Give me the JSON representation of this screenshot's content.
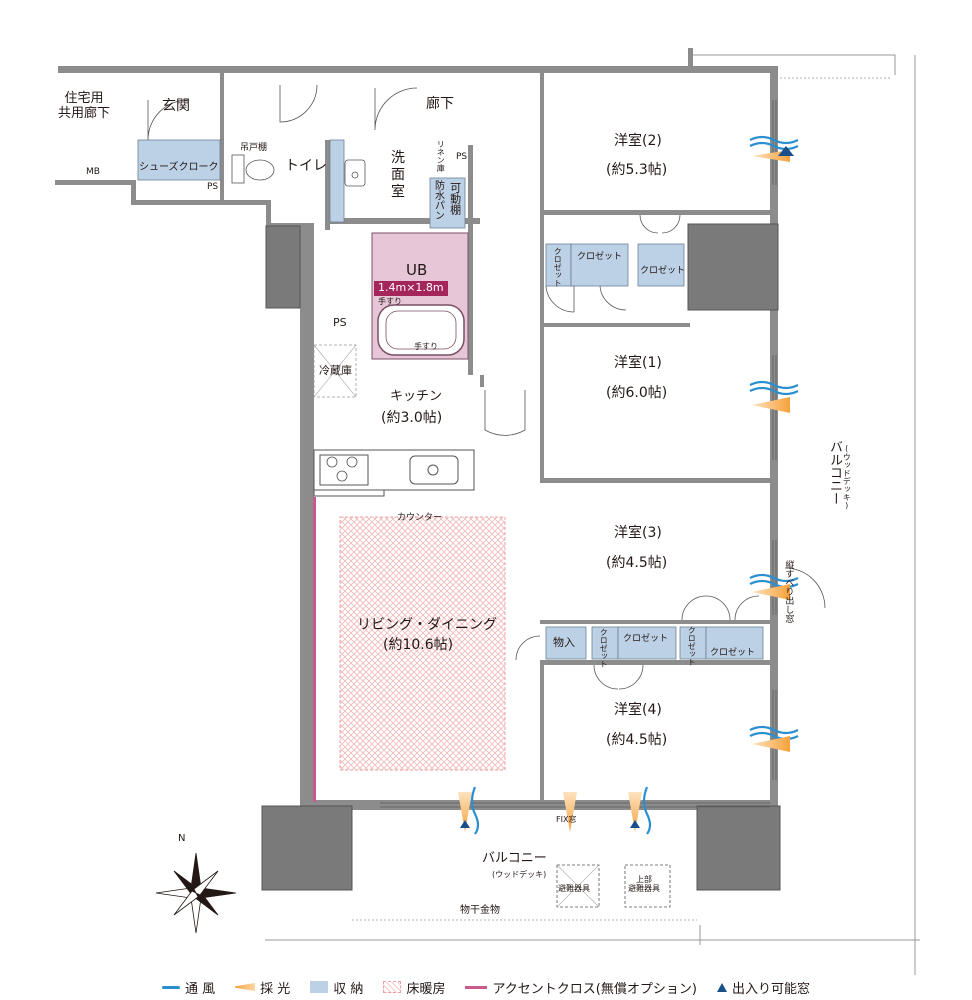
{
  "rooms": {
    "corridor_common": "住宅用\n共用廊下",
    "mb": "MB",
    "entrance": "玄関",
    "shoe_closet": "シューズクローク",
    "ps_entrance": "PS",
    "hanging_shelf": "吊戸棚",
    "toilet": "トイレ",
    "hallway": "廊下",
    "washroom": "洗\n面\n室",
    "linen": "リネン庫",
    "ps_wash": "PS",
    "waterproof_pan": "防水パン",
    "movable_shelf": "可動棚",
    "ub": "UB",
    "ub_size": "1.4m×1.8m",
    "handrail_1": "手すり",
    "handrail_2": "手すり",
    "ps_kitchen": "PS",
    "fridge": "冷蔵庫",
    "kitchen": "キッチン",
    "kitchen_size": "(約3.0帖)",
    "counter": "カウンター",
    "living": "リビング・ダイニング",
    "living_size": "(約10.6帖)",
    "room2": "洋室(2)",
    "room2_size": "(約5.3帖)",
    "room1": "洋室(1)",
    "room1_size": "(約6.0帖)",
    "room3": "洋室(3)",
    "room3_size": "(約4.5帖)",
    "room4": "洋室(4)",
    "room4_size": "(約4.5帖)",
    "closet_label": "クロゼット",
    "closet_vertical": "クロゼット",
    "storage_in": "物入",
    "vertical_window": "縦すべり出し窓",
    "fix_window": "FIX窓",
    "balcony_south": "バルコニー",
    "balcony_south_note": "(ウッドデッキ)",
    "balcony_east": "バルコニー",
    "balcony_east_note": "(ウッドデッキ)",
    "evac": "避難器具",
    "evac_upper": "上部\n避難器具",
    "drying": "物干金物",
    "north": "N"
  },
  "legend": {
    "wind": "通 風",
    "light": "採 光",
    "storage": "収 納",
    "floor_heating": "床暖房",
    "accent": "アクセントクロス(無償オプション)",
    "access_window": "出入り可能窓"
  },
  "colors": {
    "wall": "#8c8c8c",
    "wall_dark": "#7a7a7a",
    "storage": "#bcd0e6",
    "ub_fill": "#e7c6d8",
    "ub_badge": "#a3255a",
    "accent": "#c85a8c",
    "wind": "#2a8fd1",
    "light": "#f6a13b",
    "access": "#1a4f8a",
    "floor_heat": "#e8a1a1"
  }
}
